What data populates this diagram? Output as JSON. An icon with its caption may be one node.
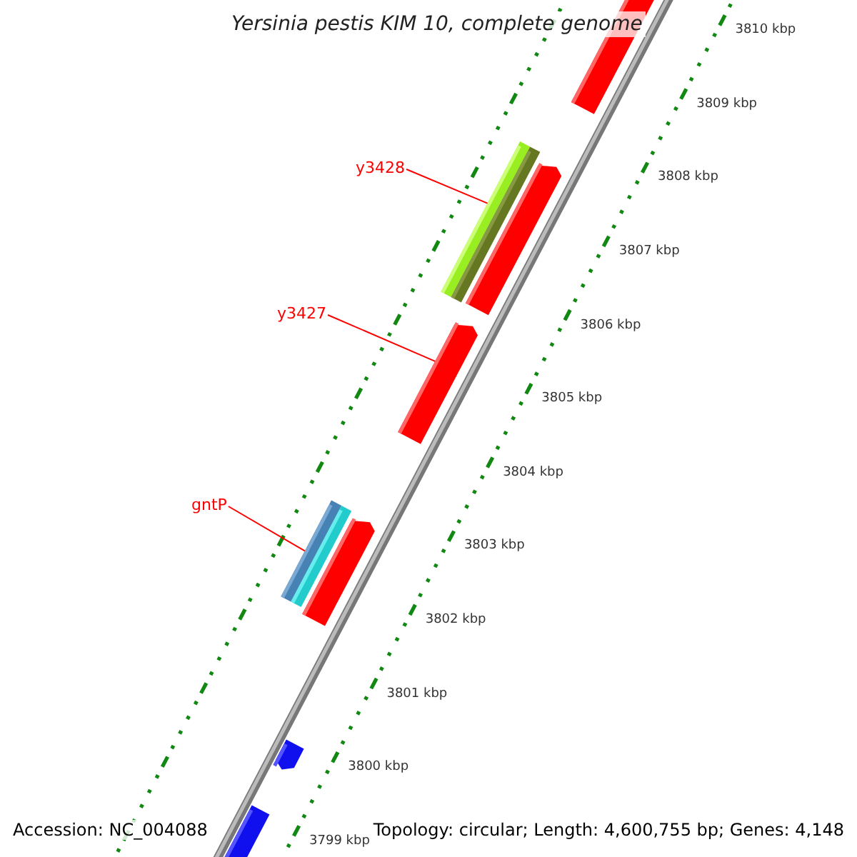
{
  "diagram": {
    "title": "Yersinia pestis KIM 10, complete genome",
    "nodes": [
      {
        "text": [
          "y3428"
        ]
      },
      {
        "text": [
          "y3427"
        ]
      },
      {
        "text": [
          "gntP"
        ]
      },
      {
        "text": [],
        "shape": "bar"
      },
      {
        "text": [],
        "shape": "bar"
      },
      {
        "text": [],
        "shape": "bar"
      }
    ],
    "edges": [
      {
        "from": 0,
        "to": 3,
        "arrow": "none"
      },
      {
        "from": 1,
        "to": 4,
        "arrow": "none"
      },
      {
        "from": 2,
        "to": 5,
        "arrow": "none"
      }
    ],
    "labels": [
      "3810 kbp",
      "3809 kbp",
      "3808 kbp",
      "3807 kbp",
      "3806 kbp",
      "3805 kbp",
      "3804 kbp",
      "3803 kbp",
      "3802 kbp",
      "3801 kbp",
      "3800 kbp",
      "3799 kbp",
      "Accession: NC_004088",
      "Topology: circular; Length: 4,600,755 bp; Genes: 4,148"
    ]
  }
}
